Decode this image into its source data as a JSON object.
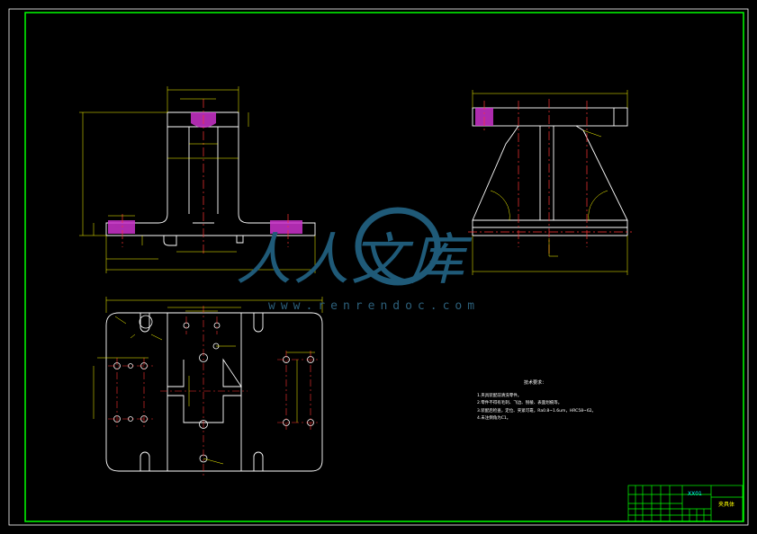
{
  "colors": {
    "background": "#000000",
    "border": "#00ff00",
    "outline": "#ffffff",
    "dimension": "#ffff00",
    "centerline": "#ff3333",
    "hatch": "#cc33cc",
    "text": "#ffffff",
    "title_text": "#00ffff",
    "watermark": "#1f5a78"
  },
  "watermark": {
    "characters": "人人文库",
    "url": "www.renrendoc.com"
  },
  "technical_requirements": {
    "title": "技术要求：",
    "items": [
      "1.夹具装配前清洗零件。",
      "2.零件不得有毛刺、飞边、锐棱、表面划痕等。",
      "3.装配后检查，定位、夹紧可靠，Ra0.8~1.6um，HRC58~62。",
      "4.未注倒角为C1。"
    ]
  },
  "title_block": {
    "drawing_number": "XX01",
    "part_name": "夹具体"
  }
}
